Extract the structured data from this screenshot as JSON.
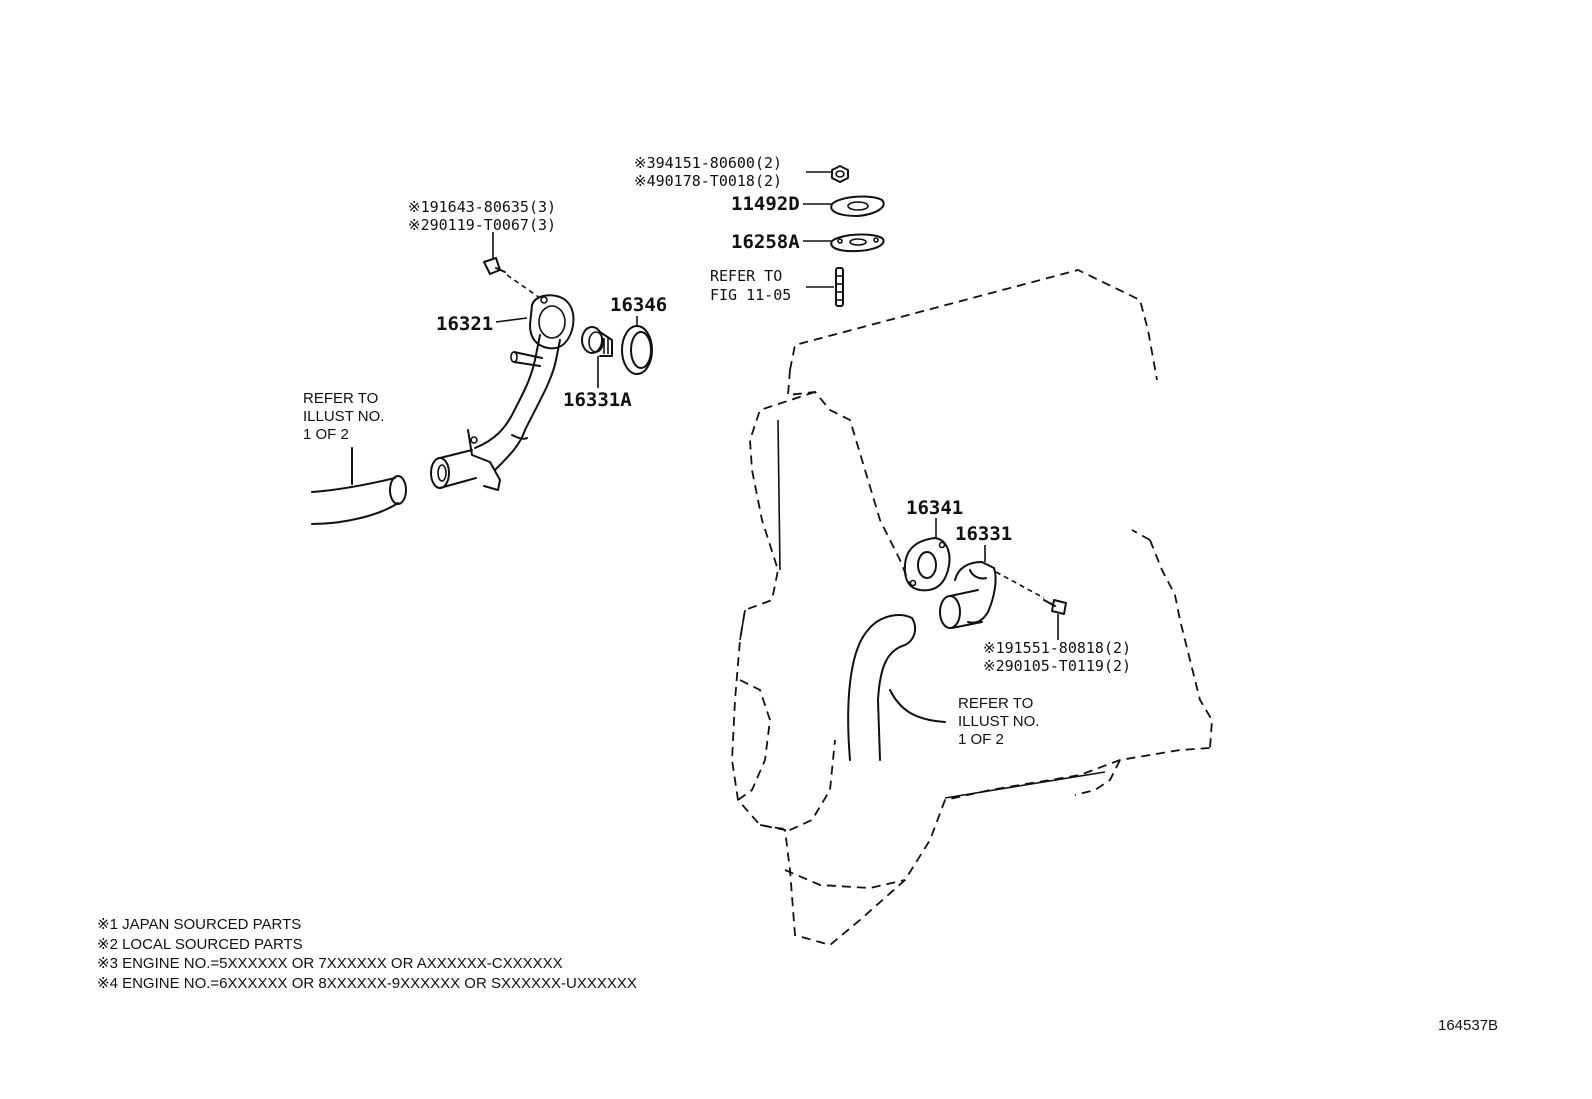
{
  "diagram": {
    "figure_code": "164537B",
    "callouts": {
      "c_bolt_upper_1": "※191643-80635(3)",
      "c_bolt_upper_2": "※290119-T0067(3)",
      "c_nut_1": "※394151-80600(2)",
      "c_nut_2": "※490178-T0018(2)",
      "c_11492D": "11492D",
      "c_16258A": "16258A",
      "c_refer_fig_1": "REFER TO",
      "c_refer_fig_2": "FIG 11-05",
      "c_16321": "16321",
      "c_16346": "16346",
      "c_16331A": "16331A",
      "c_refer_illust_left_1": "REFER TO",
      "c_refer_illust_left_2": "ILLUST NO.",
      "c_refer_illust_left_3": "1 OF 2",
      "c_16341": "16341",
      "c_16331": "16331",
      "c_bolt_lower_1": "※191551-80818(2)",
      "c_bolt_lower_2": "※290105-T0119(2)",
      "c_refer_illust_right_1": "REFER TO",
      "c_refer_illust_right_2": "ILLUST NO.",
      "c_refer_illust_right_3": "1 OF 2"
    },
    "notes": [
      "※1 JAPAN SOURCED PARTS",
      "※2 LOCAL SOURCED PARTS",
      "※3 ENGINE NO.=5XXXXXX OR 7XXXXXX OR AXXXXXX-CXXXXXX",
      "※4 ENGINE NO.=6XXXXXX OR 8XXXXXX-9XXXXXX OR SXXXXXX-UXXXXXX"
    ]
  }
}
